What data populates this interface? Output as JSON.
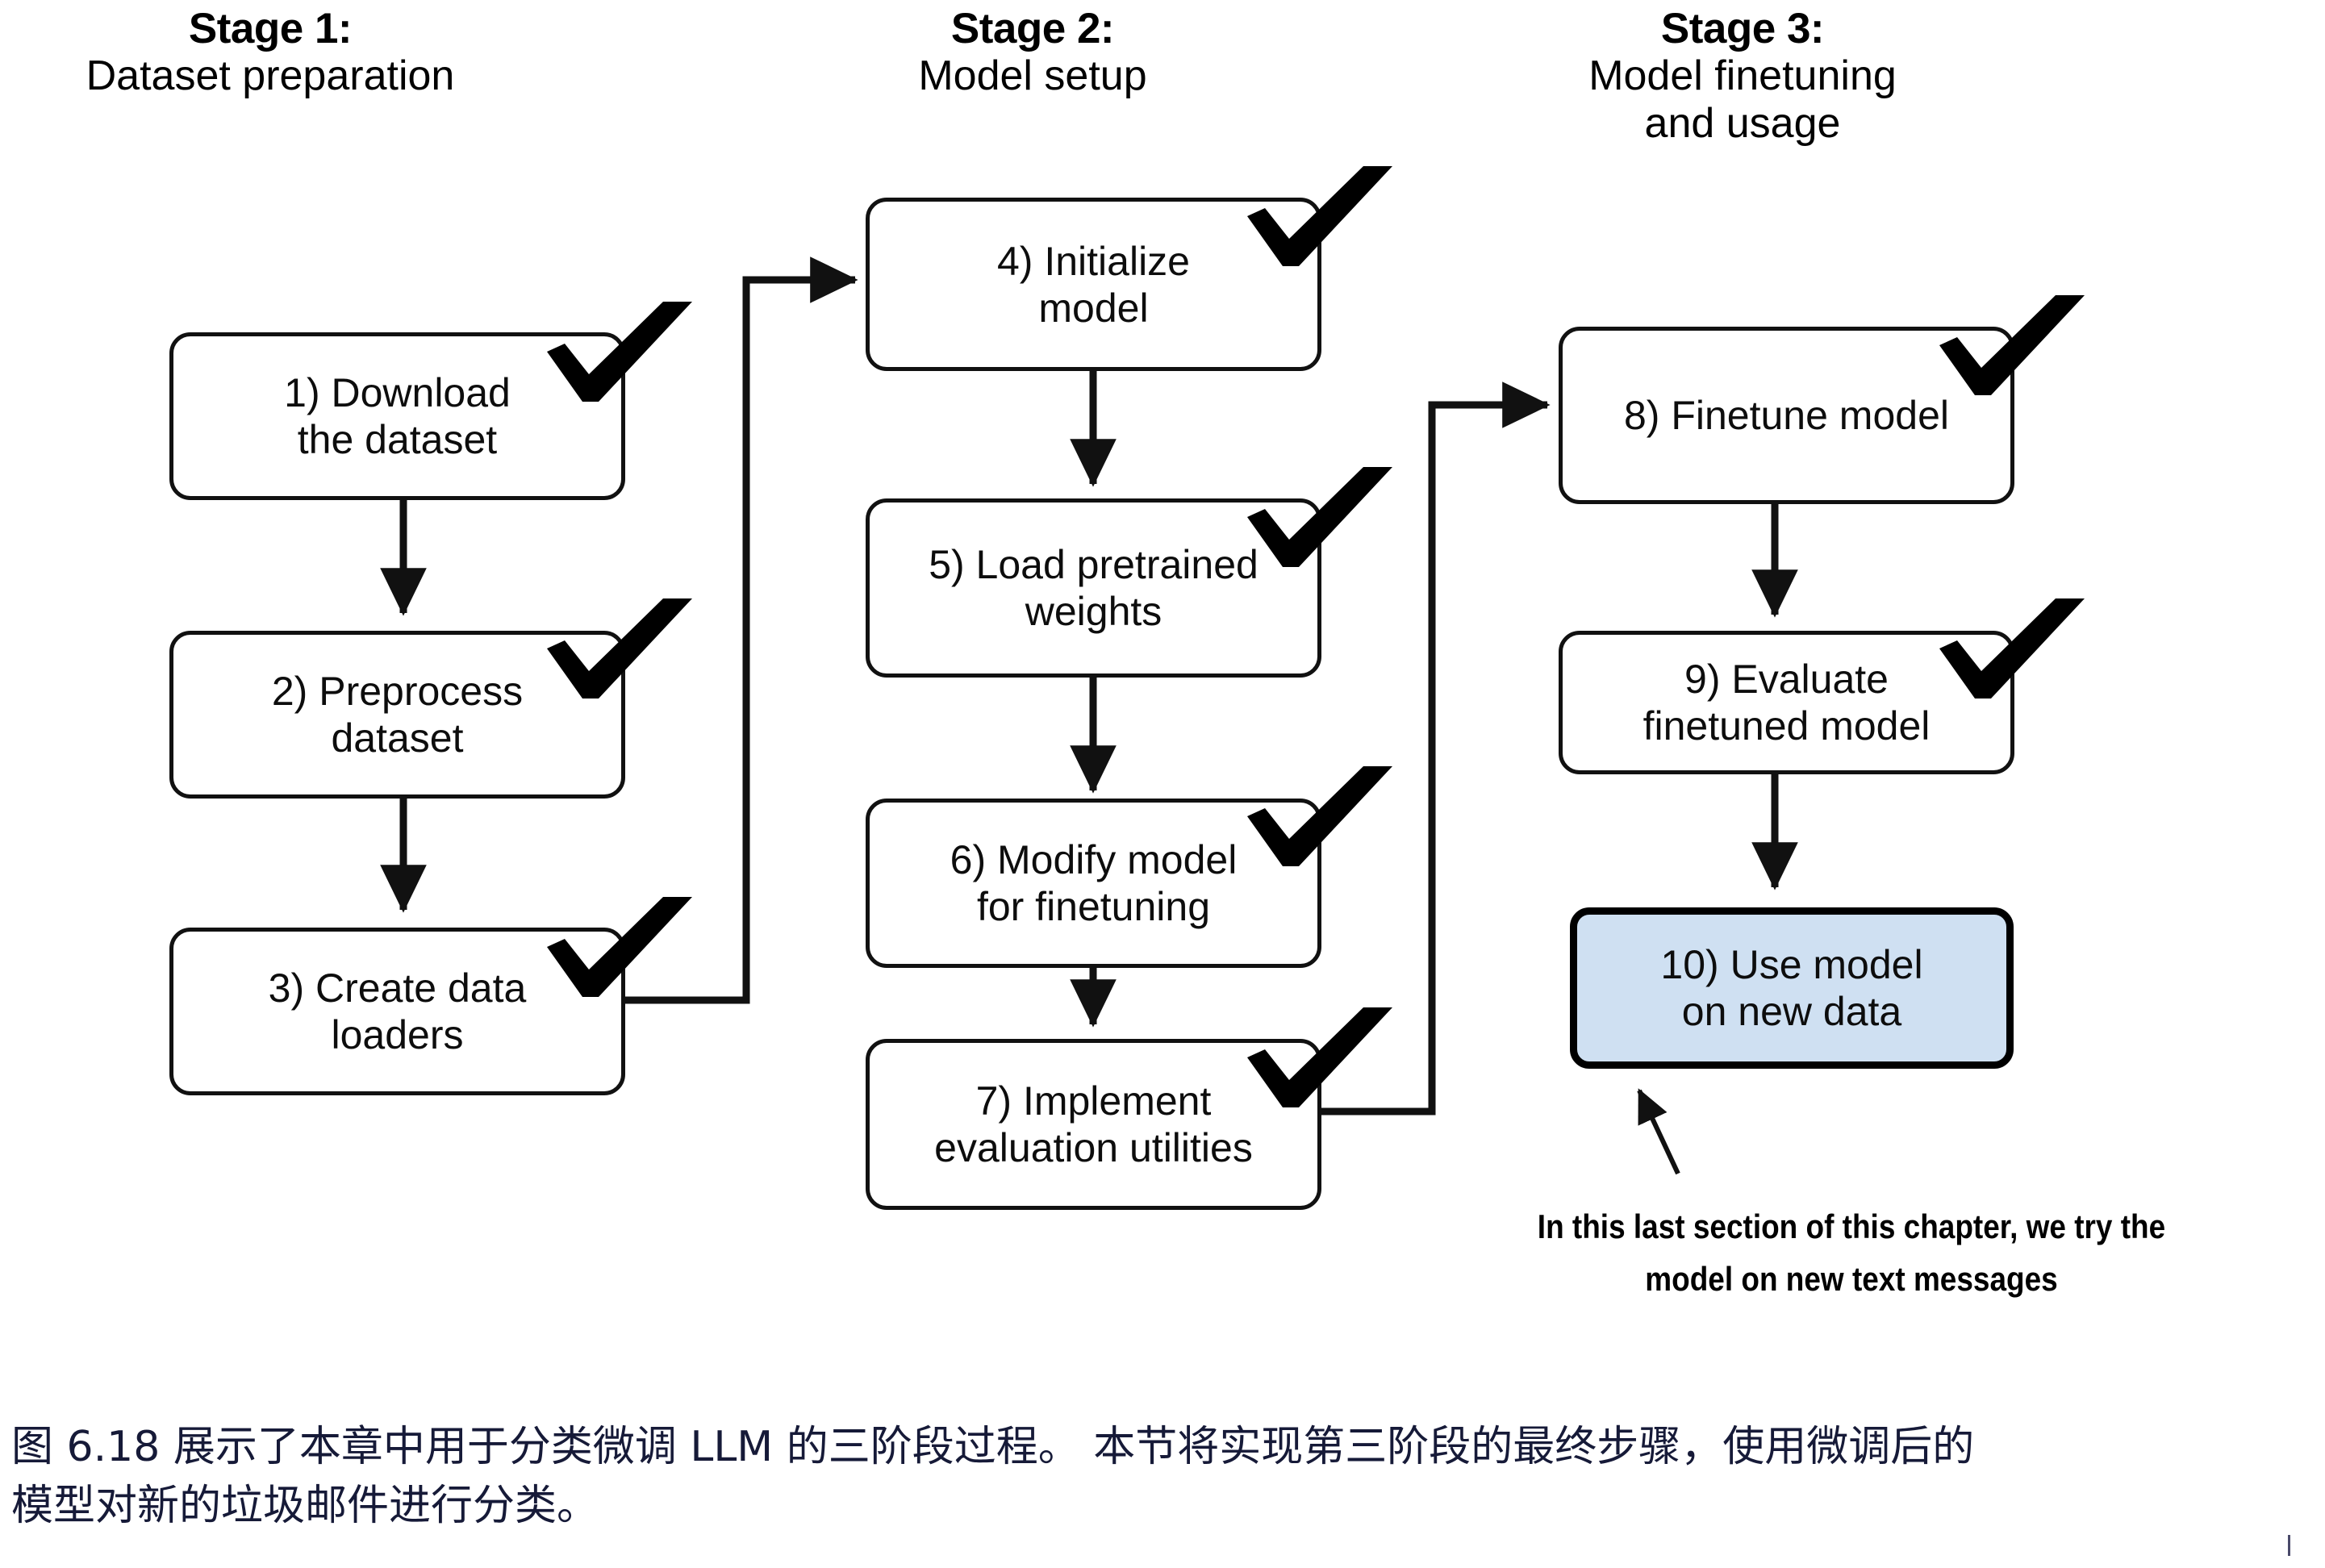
{
  "stages": [
    {
      "id": "stage-1",
      "title": "Stage 1:",
      "subtitle": "Dataset preparation"
    },
    {
      "id": "stage-2",
      "title": "Stage 2:",
      "subtitle": "Model setup"
    },
    {
      "id": "stage-3",
      "title": "Stage 3:",
      "subtitle": "Model finetuning\nand usage"
    }
  ],
  "stage3_subtitle_l1": "Model finetuning",
  "stage3_subtitle_l2": "and usage",
  "boxes": [
    {
      "id": "step-1",
      "line1": "1) Download",
      "line2": "the dataset",
      "checked": true,
      "highlighted": false
    },
    {
      "id": "step-2",
      "line1": "2) Preprocess",
      "line2": "dataset",
      "checked": true,
      "highlighted": false
    },
    {
      "id": "step-3",
      "line1": "3) Create data",
      "line2": "loaders",
      "checked": true,
      "highlighted": false
    },
    {
      "id": "step-4",
      "line1": "4) Initialize",
      "line2": "model",
      "checked": true,
      "highlighted": false
    },
    {
      "id": "step-5",
      "line1": "5) Load pretrained",
      "line2": "weights",
      "checked": true,
      "highlighted": false
    },
    {
      "id": "step-6",
      "line1": "6) Modify model",
      "line2": "for finetuning",
      "checked": true,
      "highlighted": false
    },
    {
      "id": "step-7",
      "line1": "7) Implement",
      "line2": "evaluation utilities",
      "checked": true,
      "highlighted": false
    },
    {
      "id": "step-8",
      "line1": "8) Finetune model",
      "line2": "",
      "checked": true,
      "highlighted": false
    },
    {
      "id": "step-9",
      "line1": "9) Evaluate",
      "line2": "finetuned model",
      "checked": true,
      "highlighted": false
    },
    {
      "id": "step-10",
      "line1": "10) Use model",
      "line2": "on new data",
      "checked": false,
      "highlighted": true
    }
  ],
  "annotation": {
    "line1": "In this last section of this chapter, we try the",
    "line2": "model on new text messages"
  },
  "caption": {
    "line1": "图 6.18 展示了本章中用于分类微调 LLM 的三阶段过程。 本节将实现第三阶段的最终步骤，使用微调后的",
    "line2": "模型对新的垃圾邮件进行分类。"
  },
  "colors": {
    "highlight_fill": "#cfe0f2",
    "stroke": "#111111",
    "caption_text": "#161a38",
    "check_mark": "#000000"
  },
  "icons": {
    "check": "check-mark-icon",
    "arrow_down": "arrow-down-icon",
    "arrow_right": "arrow-right-icon",
    "callout_arrow": "callout-arrow-icon"
  }
}
